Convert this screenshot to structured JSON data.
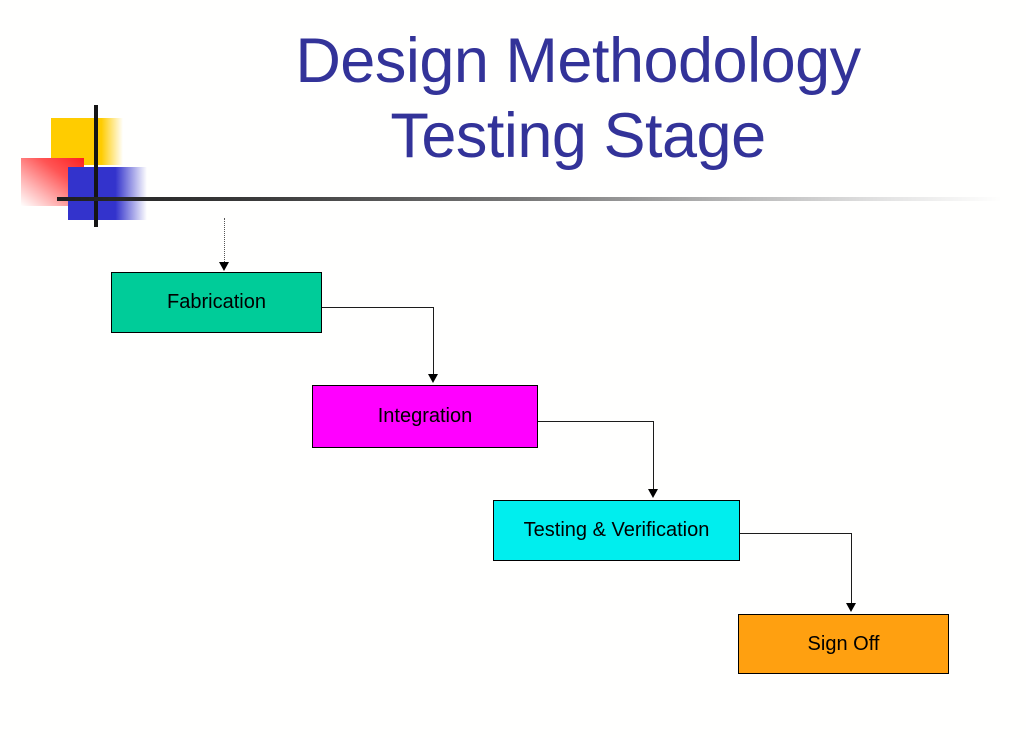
{
  "slide": {
    "title": {
      "line1": "Design Methodology",
      "line2": "Testing Stage",
      "color": "#333399"
    },
    "background": "#FFFFFF"
  },
  "decoration": {
    "yellow_square": "#FFCC00",
    "red_square": "#FF2020",
    "blue_square": "#3333CC",
    "cross_line": "#151515",
    "rule_gradient_start": "#1E1E1E"
  },
  "diagram": {
    "type": "flowchart",
    "layout": "stair-step down-right",
    "stages": [
      {
        "label": "Fabrication",
        "color": "#00CC99"
      },
      {
        "label": "Integration",
        "color": "#FF00FF"
      },
      {
        "label": "Testing & Verification",
        "color": "#00EEEE"
      },
      {
        "label": "Sign Off",
        "color": "#FFA010"
      }
    ],
    "connections": [
      {
        "from": "start",
        "to": "Fabrication",
        "style": "dotted-arrow"
      },
      {
        "from": "Fabrication",
        "to": "Integration",
        "style": "solid-elbow-arrow"
      },
      {
        "from": "Integration",
        "to": "Testing & Verification",
        "style": "solid-elbow-arrow"
      },
      {
        "from": "Testing & Verification",
        "to": "Sign Off",
        "style": "solid-elbow-arrow"
      }
    ],
    "arrow_color": "#000000",
    "box_border_color": "#000000",
    "box_text_color": "#000000"
  }
}
